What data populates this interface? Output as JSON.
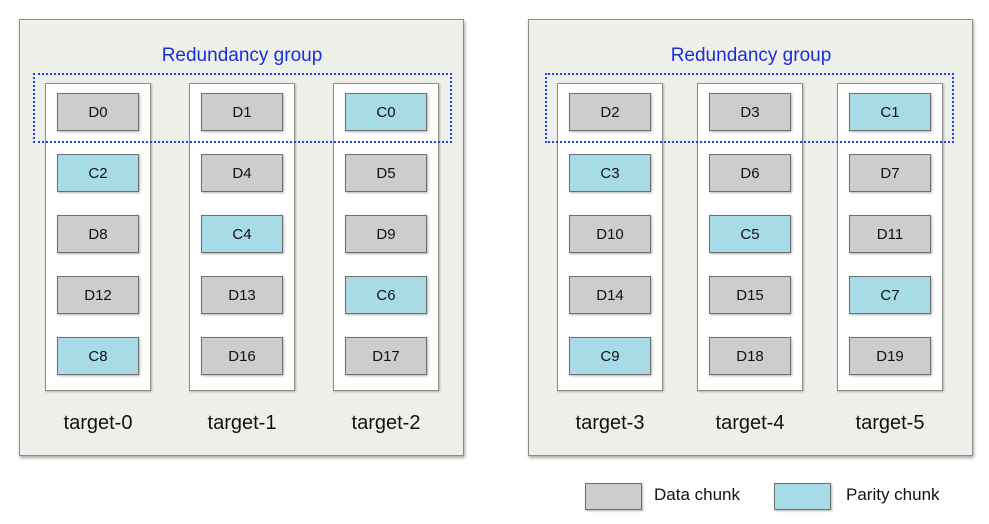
{
  "groups": [
    {
      "label": "Redundancy group",
      "targets": [
        {
          "name": "target-0",
          "chunks": [
            {
              "label": "D0",
              "kind": "data"
            },
            {
              "label": "C2",
              "kind": "parity"
            },
            {
              "label": "D8",
              "kind": "data"
            },
            {
              "label": "D12",
              "kind": "data"
            },
            {
              "label": "C8",
              "kind": "parity"
            }
          ]
        },
        {
          "name": "target-1",
          "chunks": [
            {
              "label": "D1",
              "kind": "data"
            },
            {
              "label": "D4",
              "kind": "data"
            },
            {
              "label": "C4",
              "kind": "parity"
            },
            {
              "label": "D13",
              "kind": "data"
            },
            {
              "label": "D16",
              "kind": "data"
            }
          ]
        },
        {
          "name": "target-2",
          "chunks": [
            {
              "label": "C0",
              "kind": "parity"
            },
            {
              "label": "D5",
              "kind": "data"
            },
            {
              "label": "D9",
              "kind": "data"
            },
            {
              "label": "C6",
              "kind": "parity"
            },
            {
              "label": "D17",
              "kind": "data"
            }
          ]
        }
      ]
    },
    {
      "label": "Redundancy group",
      "targets": [
        {
          "name": "target-3",
          "chunks": [
            {
              "label": "D2",
              "kind": "data"
            },
            {
              "label": "C3",
              "kind": "parity"
            },
            {
              "label": "D10",
              "kind": "data"
            },
            {
              "label": "D14",
              "kind": "data"
            },
            {
              "label": "C9",
              "kind": "parity"
            }
          ]
        },
        {
          "name": "target-4",
          "chunks": [
            {
              "label": "D3",
              "kind": "data"
            },
            {
              "label": "D6",
              "kind": "data"
            },
            {
              "label": "C5",
              "kind": "parity"
            },
            {
              "label": "D15",
              "kind": "data"
            },
            {
              "label": "D18",
              "kind": "data"
            }
          ]
        },
        {
          "name": "target-5",
          "chunks": [
            {
              "label": "C1",
              "kind": "parity"
            },
            {
              "label": "D7",
              "kind": "data"
            },
            {
              "label": "D11",
              "kind": "data"
            },
            {
              "label": "C7",
              "kind": "parity"
            },
            {
              "label": "D19",
              "kind": "data"
            }
          ]
        }
      ]
    }
  ],
  "legend": {
    "data_label": "Data chunk",
    "parity_label": "Parity chunk"
  },
  "colors": {
    "data": "#cdcdcd",
    "parity": "#a7dbe6",
    "group_outline": "#2a3fe0",
    "group_label": "#1a2fd6"
  }
}
